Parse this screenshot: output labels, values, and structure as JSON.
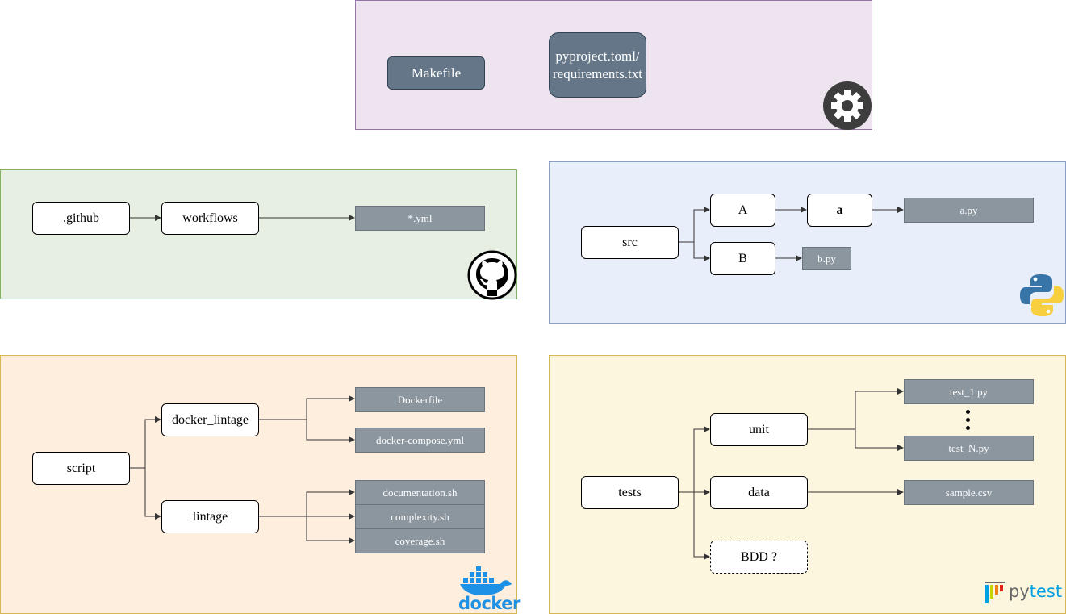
{
  "config": {
    "makefile": "Makefile",
    "pyproject": "pyproject.toml/\nrequirements.txt"
  },
  "github": {
    "root": ".github",
    "workflows": "workflows",
    "yml": "*.yml"
  },
  "src": {
    "root": "src",
    "a_dir": "A",
    "a_sub": "a",
    "a_file": "a.py",
    "b_dir": "B",
    "b_file": "b.py"
  },
  "script": {
    "root": "script",
    "docker_lintage": "docker_lintage",
    "lintage": "lintage",
    "dockerfile": "Dockerfile",
    "compose": "docker-compose.yml",
    "documentation": "documentation.sh",
    "complexity": "complexity.sh",
    "coverage": "coverage.sh"
  },
  "tests": {
    "root": "tests",
    "unit": "unit",
    "data": "data",
    "bdd": "BDD ?",
    "test1": "test_1.py",
    "testN": "test_N.py",
    "sample": "sample.csv"
  },
  "logos": {
    "docker": "docker",
    "pytest_py": "py",
    "pytest_test": "test"
  },
  "icons": [
    "gear-icon",
    "github-icon",
    "python-icon",
    "docker-icon",
    "pytest-icon"
  ],
  "colors": {
    "config_bg": "#ede4f0",
    "github_bg": "#e6efe1",
    "python_bg": "#e8eefa",
    "docker_bg": "#fdeede",
    "pytest_bg": "#fdf6df",
    "file_bg": "#8b969f",
    "dark_node": "#647687"
  }
}
